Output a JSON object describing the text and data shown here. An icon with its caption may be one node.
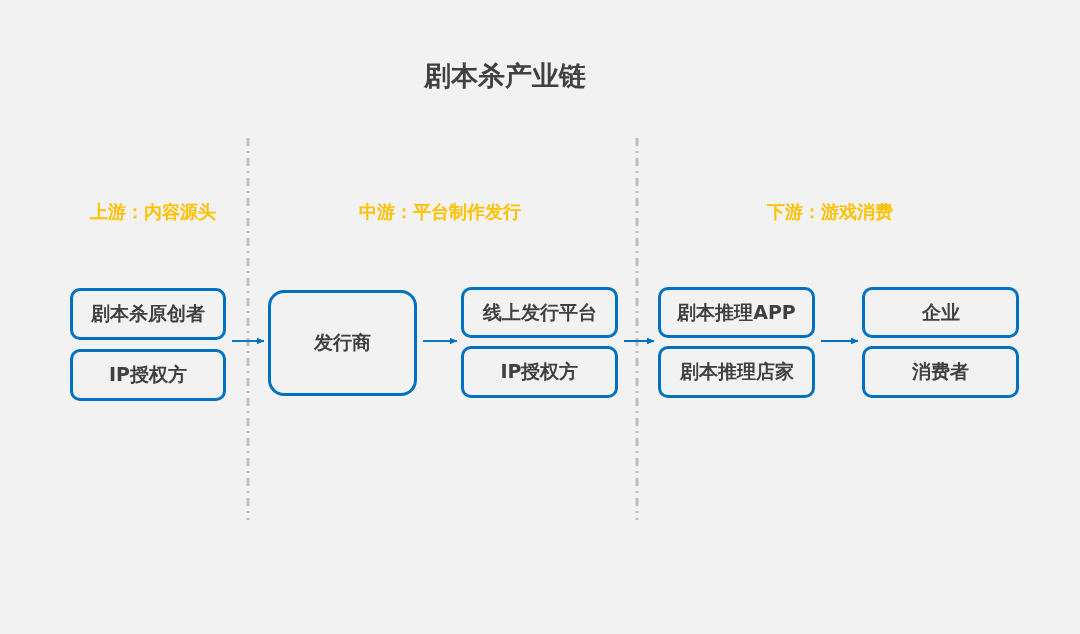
{
  "diagram": {
    "title": "剧本杀产业链",
    "nodes": [
      {
        "text": [
          "剧本杀原创者"
        ]
      },
      {
        "text": [
          "IP授权方"
        ]
      },
      {
        "text": [
          "发行商"
        ]
      },
      {
        "text": [
          "线上发行平台"
        ]
      },
      {
        "text": [
          "IP授权方"
        ]
      },
      {
        "text": [
          "剧本推理APP"
        ]
      },
      {
        "text": [
          "剧本推理店家"
        ]
      },
      {
        "text": [
          "企业"
        ]
      },
      {
        "text": [
          "消费者"
        ]
      }
    ],
    "edges": [
      {
        "from": 0,
        "to": 2,
        "arrow": "to"
      },
      {
        "from": 1,
        "to": 2,
        "arrow": "to"
      },
      {
        "from": 2,
        "to": 3,
        "arrow": "to"
      },
      {
        "from": 2,
        "to": 4,
        "arrow": "to"
      },
      {
        "from": 3,
        "to": 5,
        "arrow": "to"
      },
      {
        "from": 3,
        "to": 6,
        "arrow": "to"
      },
      {
        "from": 4,
        "to": 5,
        "arrow": "to"
      },
      {
        "from": 4,
        "to": 6,
        "arrow": "to"
      },
      {
        "from": 5,
        "to": 7,
        "arrow": "to"
      },
      {
        "from": 5,
        "to": 8,
        "arrow": "to"
      },
      {
        "from": 6,
        "to": 7,
        "arrow": "to"
      },
      {
        "from": 6,
        "to": 8,
        "arrow": "to"
      }
    ],
    "labels": [
      "上游：内容源头",
      "中游：平台制作发行",
      "下游：游戏消费"
    ]
  }
}
